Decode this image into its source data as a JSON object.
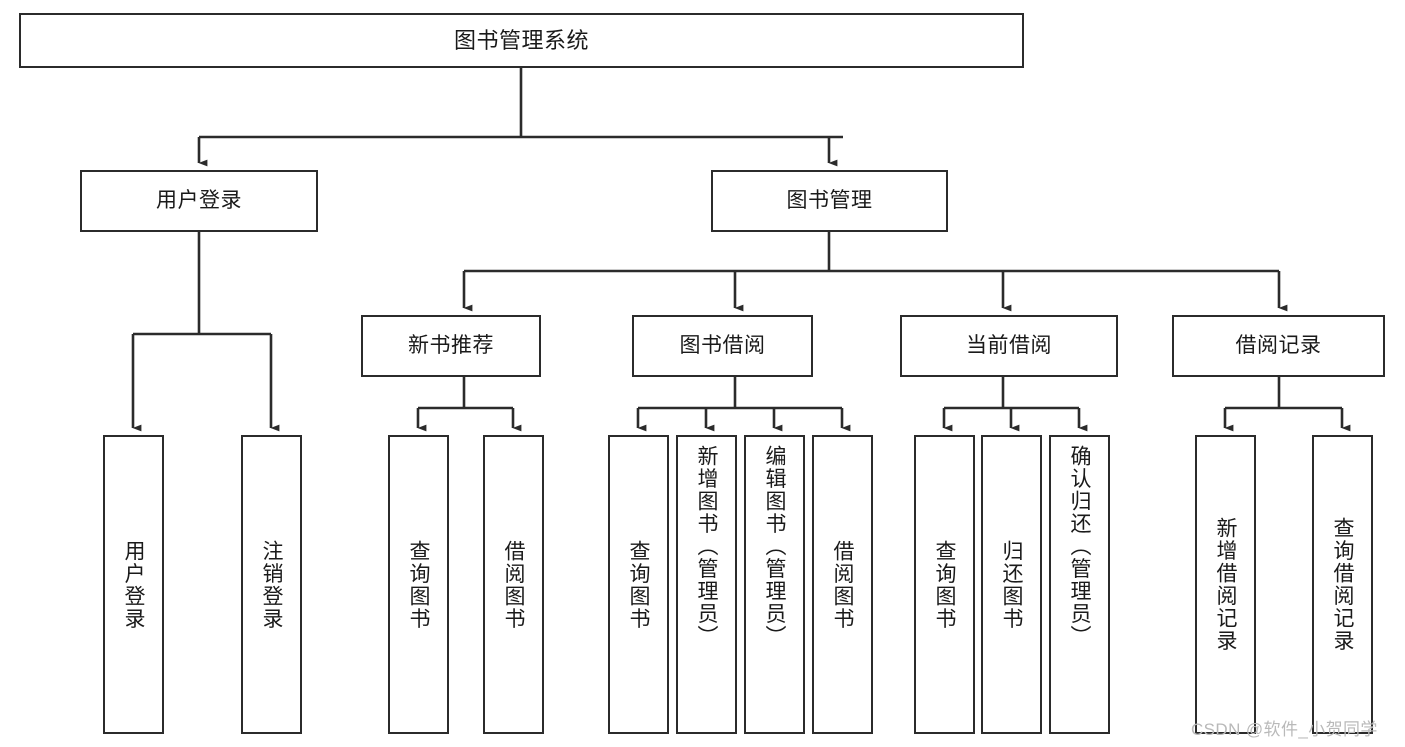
{
  "diagram": {
    "type": "tree-hierarchy-chart",
    "title": "图书管理系统",
    "line_color": "#2b2b2b",
    "box_fill": "#ffffff",
    "text_color": "#1a1a1a",
    "watermark": "CSDN @软件_小贺同学",
    "nodes": {
      "root": {
        "label": "图书管理系统"
      },
      "level1": [
        {
          "id": "user-login",
          "label": "用户登录"
        },
        {
          "id": "book-management",
          "label": "图书管理"
        }
      ],
      "level2": [
        {
          "id": "new-book-recommend",
          "label": "新书推荐"
        },
        {
          "id": "book-borrow",
          "label": "图书借阅"
        },
        {
          "id": "current-borrow",
          "label": "当前借阅"
        },
        {
          "id": "borrow-record",
          "label": "借阅记录"
        }
      ],
      "leaves": {
        "user-login": [
          {
            "id": "leaf-user-login",
            "label": "用户登录"
          },
          {
            "id": "leaf-logout-login",
            "label": "注销登录"
          }
        ],
        "new-book-recommend": [
          {
            "id": "leaf-query-book-1",
            "label": "查询图书"
          },
          {
            "id": "leaf-borrow-book-1",
            "label": "借阅图书"
          }
        ],
        "book-borrow": [
          {
            "id": "leaf-query-book-2",
            "label": "查询图书"
          },
          {
            "id": "leaf-add-book",
            "label": "新增图书（管理员）"
          },
          {
            "id": "leaf-edit-book",
            "label": "编辑图书（管理员）"
          },
          {
            "id": "leaf-borrow-book-2",
            "label": "借阅图书"
          }
        ],
        "current-borrow": [
          {
            "id": "leaf-query-book-3",
            "label": "查询图书"
          },
          {
            "id": "leaf-return-book",
            "label": "归还图书"
          },
          {
            "id": "leaf-confirm-return",
            "label": "确认归还（管理员）"
          }
        ],
        "borrow-record": [
          {
            "id": "leaf-add-record",
            "label": "新增借阅记录"
          },
          {
            "id": "leaf-query-record",
            "label": "查询借阅记录"
          }
        ]
      }
    }
  }
}
